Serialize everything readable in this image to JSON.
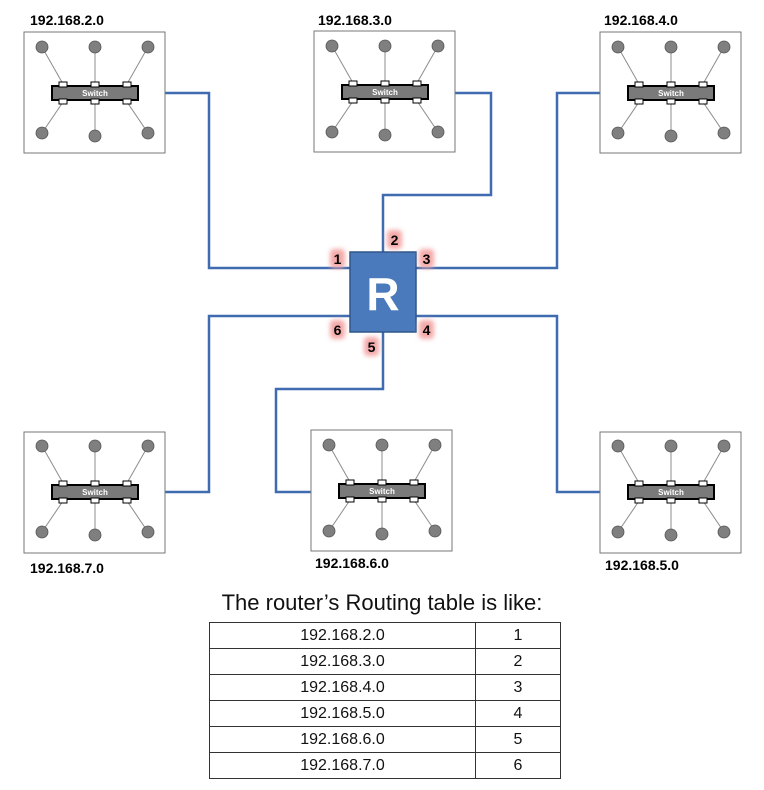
{
  "networks": [
    {
      "id": "net2",
      "label": "192.168.2.0",
      "port": "1",
      "switch_label": "Switch"
    },
    {
      "id": "net3",
      "label": "192.168.3.0",
      "port": "2",
      "switch_label": "Switch"
    },
    {
      "id": "net4",
      "label": "192.168.4.0",
      "port": "3",
      "switch_label": "Switch"
    },
    {
      "id": "net5",
      "label": "192.168.5.0",
      "port": "4",
      "switch_label": "Switch"
    },
    {
      "id": "net6",
      "label": "192.168.6.0",
      "port": "5",
      "switch_label": "Switch"
    },
    {
      "id": "net7",
      "label": "192.168.7.0",
      "port": "6",
      "switch_label": "Switch"
    }
  ],
  "router": {
    "label": "R"
  },
  "ports": [
    "1",
    "2",
    "3",
    "4",
    "5",
    "6"
  ],
  "table": {
    "title": "The router’s Routing table is like:",
    "rows": [
      {
        "network": "192.168.2.0",
        "port": "1"
      },
      {
        "network": "192.168.3.0",
        "port": "2"
      },
      {
        "network": "192.168.4.0",
        "port": "3"
      },
      {
        "network": "192.168.5.0",
        "port": "4"
      },
      {
        "network": "192.168.6.0",
        "port": "5"
      },
      {
        "network": "192.168.7.0",
        "port": "6"
      }
    ]
  },
  "colors": {
    "link": "#3f6cb0",
    "router_fill": "#4a7abb",
    "router_stroke": "#2e5689",
    "port_glow": "#f4a9a9",
    "switch_fill": "#7a7a7a",
    "host_fill": "#7f7f7f"
  }
}
